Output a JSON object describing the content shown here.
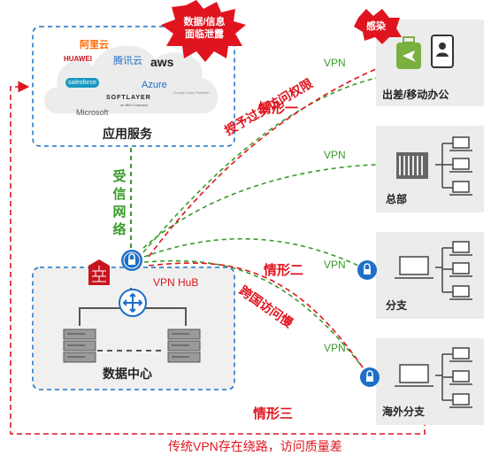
{
  "alert_burst": "数据/信息\n面临泄露",
  "cloud_box": {
    "title": "应用服务",
    "logos": [
      "阿里云",
      "HUAWEI",
      "腾讯云",
      "aws",
      "salesforce",
      "Azure",
      "Google Cloud Platform",
      "SOFTLAYER",
      "an IBM Company",
      "Microsoft"
    ]
  },
  "datacenter": {
    "title": "数据中心",
    "vpn_hub": "VPN HuB"
  },
  "dedicated_network": "受信网络",
  "sites": [
    {
      "name": "出差/移动办公",
      "badge": "感染",
      "link": "VPN"
    },
    {
      "name": "总部",
      "link": "VPN"
    },
    {
      "name": "分支",
      "link": "VPN"
    },
    {
      "name": "海外分支",
      "link": "VPN"
    }
  ],
  "scenarios": [
    {
      "title": "情形一",
      "desc": "授予过多访问权限"
    },
    {
      "title": "情形二",
      "desc": "跨国访问慢"
    },
    {
      "title": "情形三",
      "desc": "传统VPN存在绕路，访问质量差"
    }
  ],
  "colors": {
    "red": "#e0141e",
    "green": "#3a9a2a",
    "blue": "#1e6fc5",
    "panel": "#f0f0f0"
  }
}
